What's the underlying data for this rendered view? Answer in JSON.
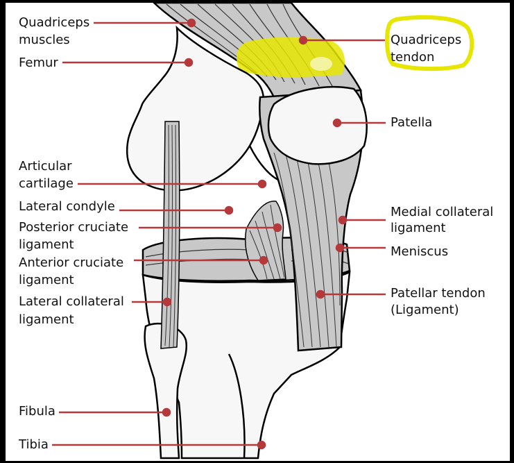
{
  "diagram": {
    "labels": {
      "quadriceps_muscles": [
        "Quadriceps",
        "muscles"
      ],
      "femur": "Femur",
      "quadriceps_tendon": [
        "Quadriceps",
        "tendon"
      ],
      "patella": "Patella",
      "articular_cartilage": [
        "Articular",
        "cartilage"
      ],
      "lateral_condyle": "Lateral condyle",
      "posterior_cruciate_ligament": [
        "Posterior cruciate",
        "ligament"
      ],
      "medial_collateral_ligament": [
        "Medial collateral",
        "ligament"
      ],
      "meniscus": "Meniscus",
      "anterior_cruciate_ligament": [
        "Anterior cruciate",
        "ligament"
      ],
      "patellar_tendon": [
        "Patellar tendon",
        "(Ligament)"
      ],
      "lateral_collateral_ligament": [
        "Lateral collateral",
        "ligament"
      ],
      "fibula": "Fibula",
      "tibia": "Tibia"
    },
    "colors": {
      "leader_line": "#b5383b",
      "highlight": "#e6e600",
      "tissue_gray": "#c8c8c8",
      "bone_white": "#f7f7f7",
      "outline": "#000000"
    },
    "highlighted_label": "quadriceps_tendon"
  }
}
